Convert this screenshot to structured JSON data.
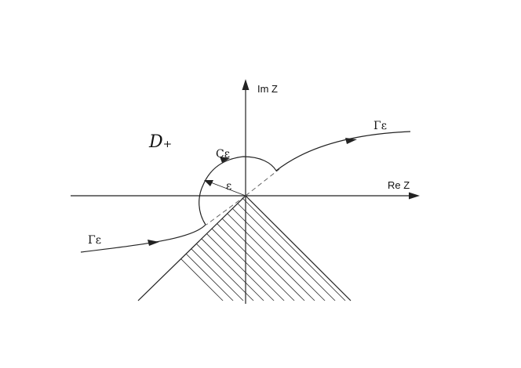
{
  "labels": {
    "imaginary_axis": "Im Z",
    "real_axis": "Re Z",
    "domain": "D₊",
    "small_arc": "Cε",
    "radius": "ε",
    "contour_upper": "Γε",
    "contour_lower": "Γε"
  },
  "icons": {
    "axis_arrow": "filled-triangle-arrowhead",
    "contour_arrow": "filled-triangle-arrowhead"
  },
  "colors": {
    "ink": "#222222",
    "background": "#ffffff"
  }
}
